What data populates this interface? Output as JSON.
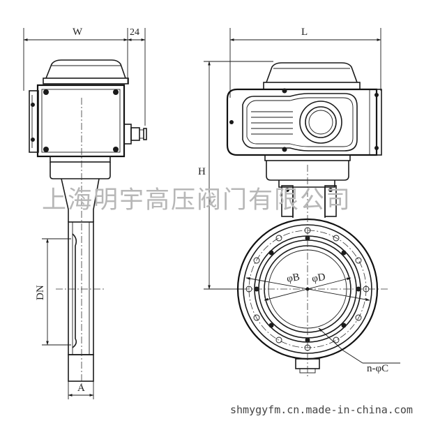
{
  "dimensions": {
    "width_label": "W",
    "offset_label": "24",
    "length_label": "L",
    "height_label": "H",
    "nominal_diameter_label": "DN",
    "face_label": "A",
    "bolt_circle_label": "φB",
    "bore_label": "φD",
    "holes_label": "n-φC"
  },
  "watermark": {
    "company": "上海明宇高压阀门有限公司",
    "website": "shmygyfm.cn.made-in-china.com"
  }
}
